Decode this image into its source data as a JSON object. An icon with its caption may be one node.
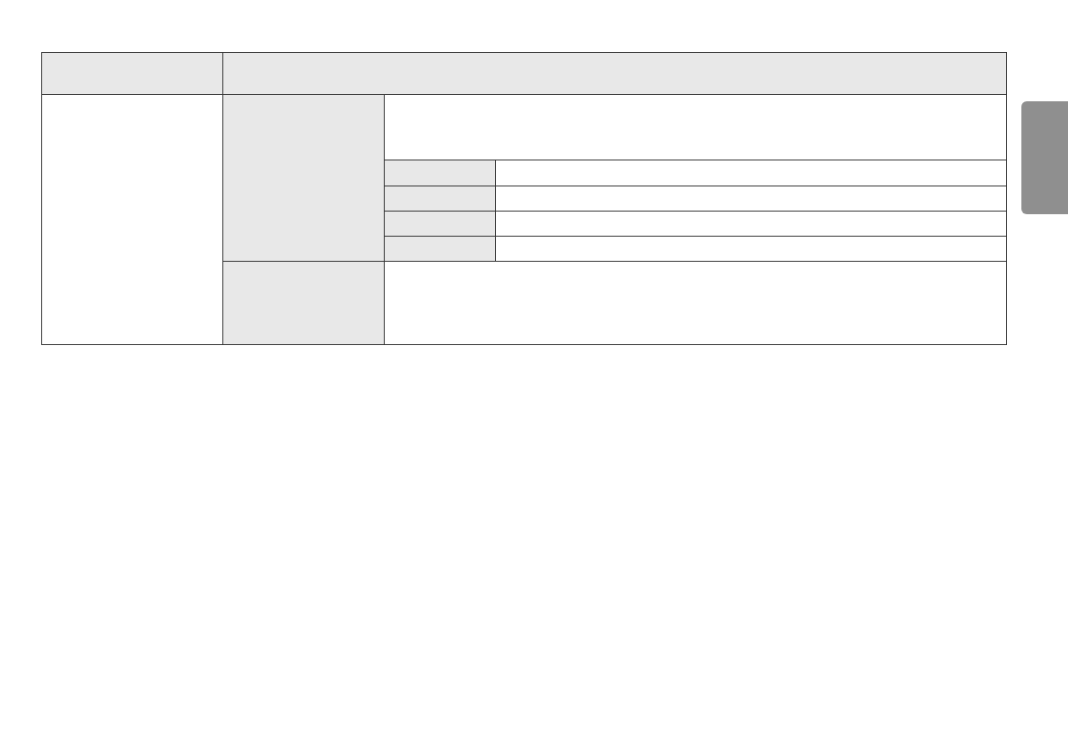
{
  "diagram": {
    "nodes": [
      {
        "text": [],
        "shape": "box"
      },
      {
        "text": [],
        "shape": "box"
      },
      {
        "text": [],
        "shape": "box"
      },
      {
        "text": [],
        "shape": "box"
      },
      {
        "text": [],
        "shape": "box"
      },
      {
        "text": [],
        "shape": "box"
      },
      {
        "text": [],
        "shape": "box"
      },
      {
        "text": [],
        "shape": "box"
      },
      {
        "text": [],
        "shape": "box"
      },
      {
        "text": [],
        "shape": "box"
      },
      {
        "text": [],
        "shape": "box"
      },
      {
        "text": [],
        "shape": "box"
      },
      {
        "text": [],
        "shape": "box"
      },
      {
        "text": [],
        "shape": "box"
      },
      {
        "text": [],
        "shape": "box"
      },
      {
        "text": [],
        "shape": "box"
      }
    ]
  }
}
